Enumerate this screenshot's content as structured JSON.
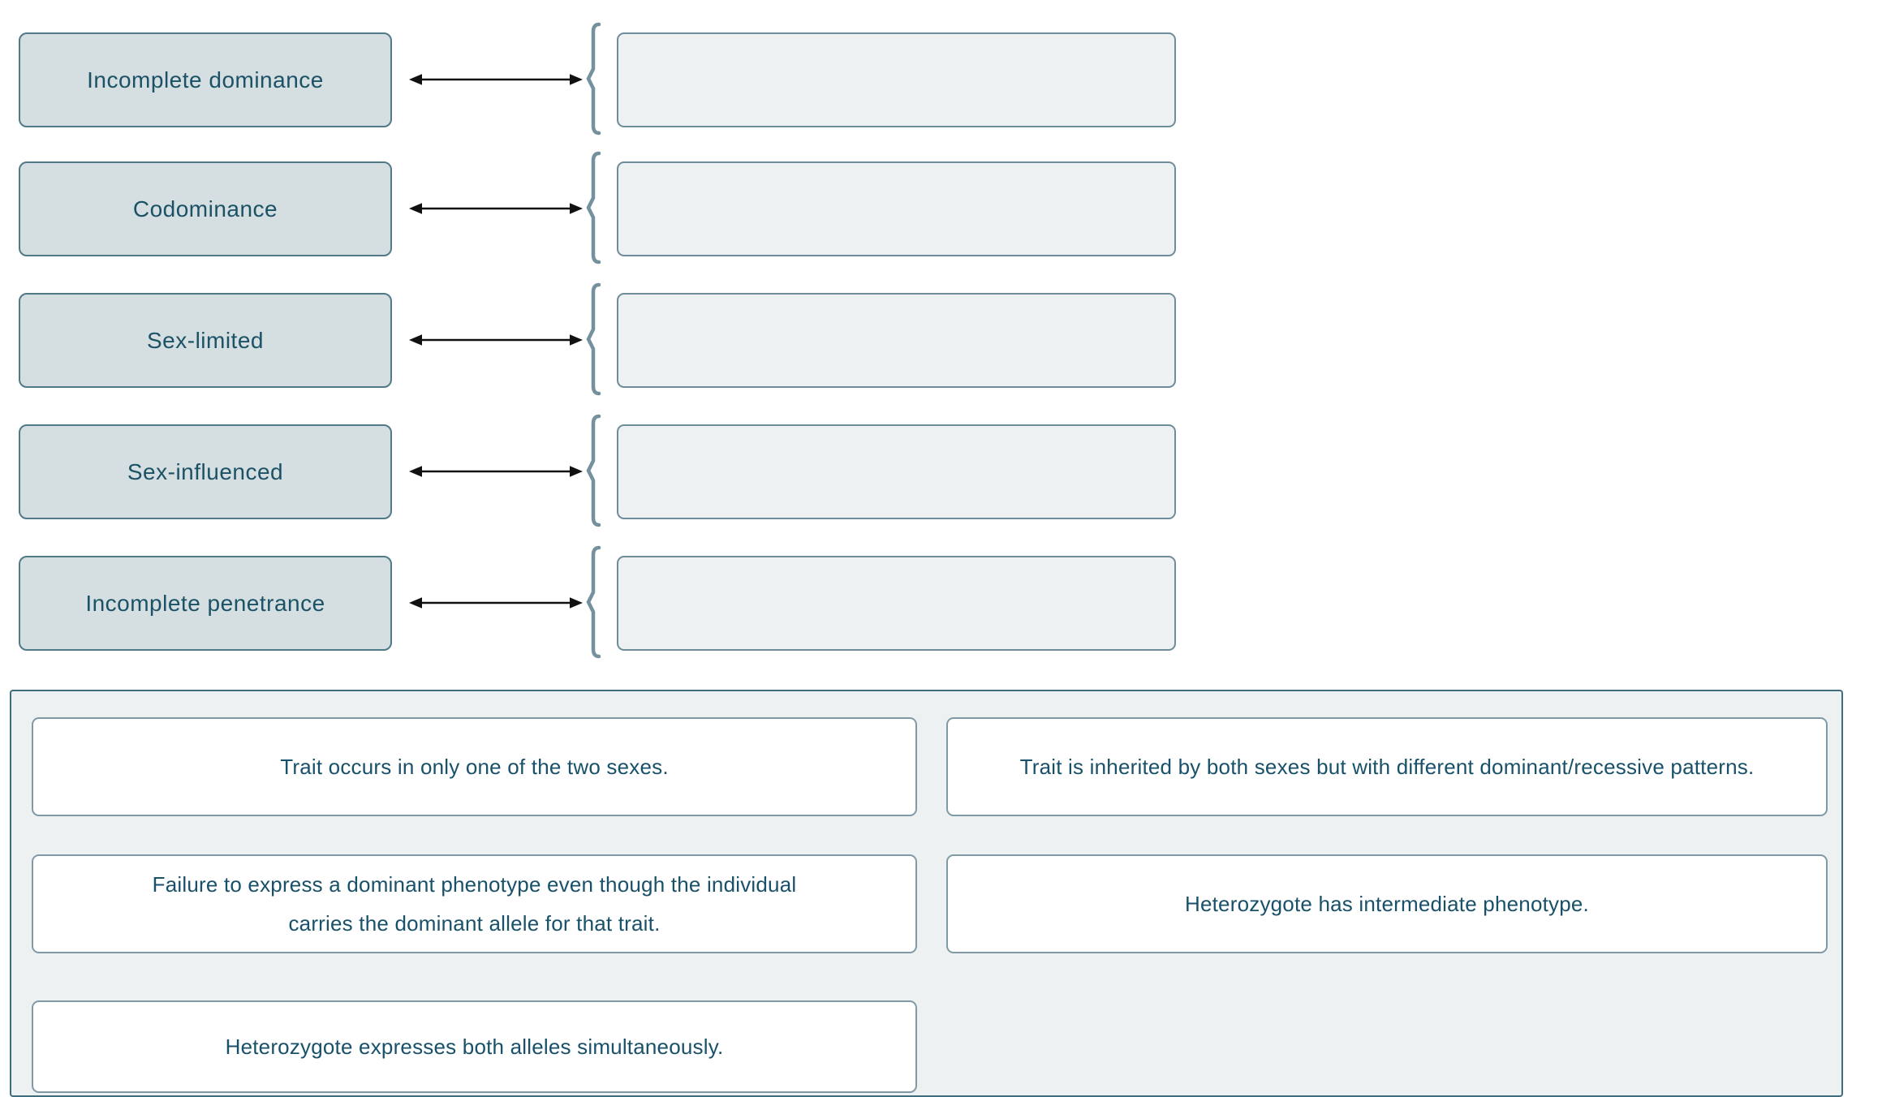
{
  "match": {
    "rows": [
      {
        "term": "Incomplete dominance"
      },
      {
        "term": "Codominance"
      },
      {
        "term": "Sex-limited"
      },
      {
        "term": "Sex-influenced"
      },
      {
        "term": "Incomplete penetrance"
      }
    ]
  },
  "answer_bank": {
    "choices": [
      {
        "text": "Trait occurs in only one of the two sexes."
      },
      {
        "text": "Trait is inherited by both sexes but with different dominant/recessive patterns."
      },
      {
        "text": "Failure to express a dominant phenotype even though the individual carries the dominant allele for that trait."
      },
      {
        "text": "Heterozygote has intermediate phenotype."
      },
      {
        "text": "Heterozygote expresses both alleles simultaneously."
      }
    ]
  },
  "colors": {
    "term_box_fill": "#d5dee1",
    "term_box_border": "#517a88",
    "text": "#1a526a",
    "drop_zone_fill": "#edf1f2",
    "drop_zone_border": "#6e8c99",
    "bank_fill": "#edf1f2",
    "bank_border": "#3f6d7d",
    "choice_border": "#7f99a5",
    "arrow": "#111111",
    "brace": "#74919d"
  }
}
